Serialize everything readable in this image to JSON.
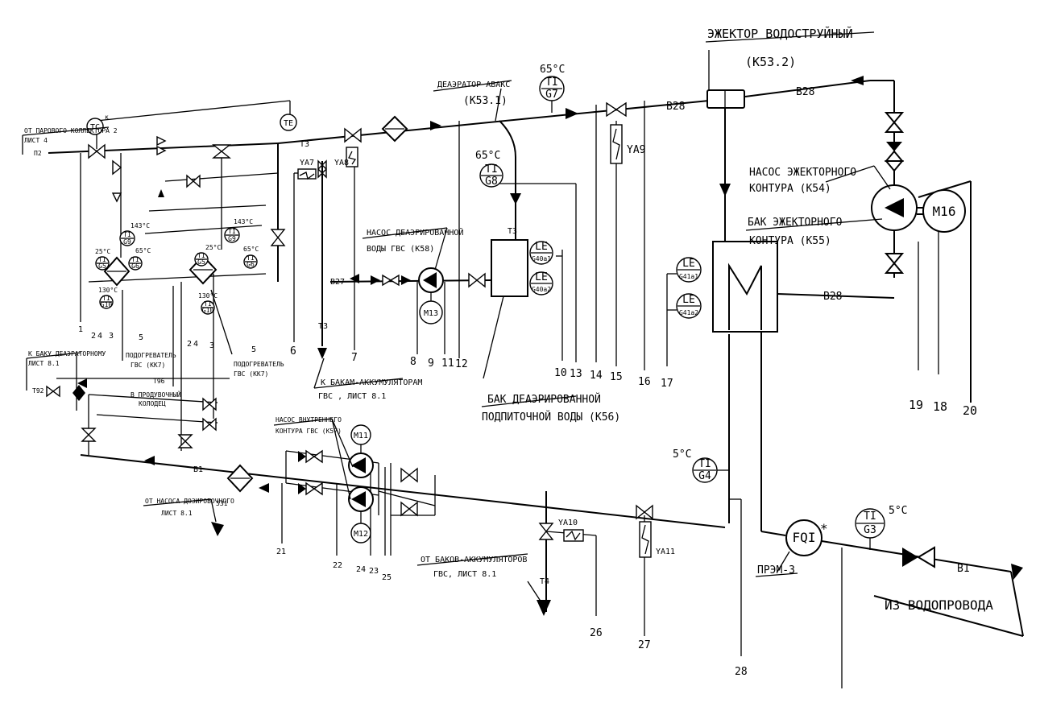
{
  "titles": {
    "ejector": "ЭЖЕКТОР ВОДОСТРУЙНЫЙ",
    "ejector_code": "(К53.2)",
    "deaerator": "ДЕАЭРАТОР АВАКС",
    "deaerator_code": "(К53.1)",
    "ejector_pump_1": "НАСОС ЭЖЕКТОРНОГО",
    "ejector_pump_2": "КОНТУРА (К54)",
    "ejector_tank_1": "БАК ЭЖЕКТОРНОГО",
    "ejector_tank_2": "КОНТУРА  (К55)",
    "deaerated_pump_1": "НАСОС ДЕАЭРИРОВАННОЙ",
    "deaerated_pump_2": "ВОДЫ ГВС (К58)",
    "deaerated_tank_1": "БАК ДЕАЭРИРОВАННОЙ",
    "deaerated_tank_2": "ПОДПИТОЧНОЙ ВОДЫ (К56)",
    "inner_pump_1": "НАСОС ВНУТРЕННЕГО",
    "inner_pump_2": "КОНТУРА ГВС (К57)",
    "to_tanks_1": "К БАКАМ-АККУМУЛЯТОРАМ",
    "to_tanks_2": "ГВС , ЛИСТ 8.1",
    "from_tanks_1": "ОТ БАКОВ-АККУМУЛЯТОРОВ",
    "from_tanks_2": "ГВС, ЛИСТ 8.1",
    "from_dosing_1": "ОТ НАСОСА ДОЗИРОВОЧНОГО",
    "from_dosing_2": "ЛИСТ 8.1",
    "from_steam_1": "ОТ ПАРОВОГО КОЛЛЕКТОРА 2",
    "from_steam_2": "ЛИСТ 4",
    "to_deaerator_tank_1": "К БАКУ ДЕАЭРАТОРНОМУ",
    "to_deaerator_tank_2": "ЛИСТ 8.1",
    "heater1_1": "ПОДОГРЕВАТЕЛЬ",
    "heater1_2": "ГВС (КК7)",
    "heater2_1": "ПОДОГРЕВАТЕЛЬ",
    "heater2_2": "ГВС (КК7)",
    "purge_1": "В ПРОДУВОЧНЫЙ",
    "purge_2": "КОЛОДЕЦ",
    "water_supply": "ИЗ ВОДОПРОВОДА",
    "prem": "ПРЭМ-3"
  },
  "lines": {
    "b28": "В28",
    "b27": "В27",
    "b1": "В1",
    "t3": "Т3",
    "t4": "Т4",
    "t96": "Т96",
    "t92": "Т92",
    "p2": "П2",
    "s31": "531"
  },
  "valves": {
    "ya7": "YA7",
    "ya8": "YA8",
    "ya9": "YA9",
    "ya10": "YA10",
    "ya11": "YA11"
  },
  "motors": {
    "m16": "M16",
    "m13": "M13",
    "m11": "M11",
    "m12": "M12"
  },
  "instruments": {
    "ti_top": "TI",
    "ti_g7": "G7",
    "ti_g8": "G8",
    "ti_g4": "G4",
    "ti_g3": "G3",
    "le": "LE",
    "le_g40a1": "G40a1",
    "le_g40a2": "G40a2",
    "le_g41a1": "G41a1",
    "le_g41a2": "G41a2",
    "fqi": "FQI",
    "fqi_star": "*",
    "te": "TE",
    "tc": "TC",
    "tc_star": "к",
    "h1_g9": "G9",
    "h1_g5": "G5",
    "h1_g6": "G6",
    "h1_g10": "G10",
    "h2_g9": "G9",
    "h2_g5": "G5",
    "h2_g6": "G6",
    "h2_g10": "G10"
  },
  "temperatures": {
    "t65a": "65°C",
    "t65b": "65°C",
    "t5a": "5°C",
    "t5b": "5°C",
    "h1_143": "143°C",
    "h1_25": "25°C",
    "h1_65": "65°C",
    "h1_130": "130°C",
    "h2_143": "143°C",
    "h2_25": "25°C",
    "h2_65": "65°C",
    "h2_130": "130°C"
  },
  "numbers": {
    "n1": "1",
    "n2": "2",
    "n4": "4",
    "n3": "3",
    "n5": "5",
    "n2b": "2",
    "n4b": "4",
    "n3b": "3",
    "n5b": "5",
    "n6": "6",
    "n7": "7",
    "n8": "8",
    "n9": "9",
    "n10": "10",
    "n11": "11",
    "n12": "12",
    "n13": "13",
    "n14": "14",
    "n15": "15",
    "n16": "16",
    "n17": "17",
    "n18": "18",
    "n19": "19",
    "n20": "20",
    "n21": "21",
    "n22": "22",
    "n23": "23",
    "n24": "24",
    "n25": "25",
    "n26": "26",
    "n27": "27",
    "n28": "28"
  }
}
